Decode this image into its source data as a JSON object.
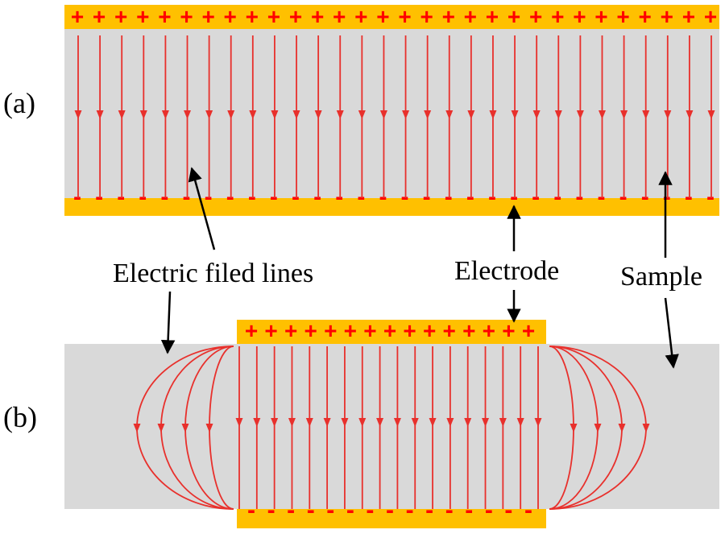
{
  "panels": {
    "a": {
      "label": "(a)"
    },
    "b": {
      "label": "(b)"
    }
  },
  "labels": {
    "field_lines": "Electric filed lines",
    "electrode": "Electrode",
    "sample": "Sample"
  },
  "symbols": {
    "positive": "+",
    "negative": "-"
  },
  "colors": {
    "electrode": "#FFC000",
    "sample": "#D9D9D9",
    "field_line": "#E8302C",
    "charge": "#FF0000",
    "callout_arrow": "#000000"
  }
}
